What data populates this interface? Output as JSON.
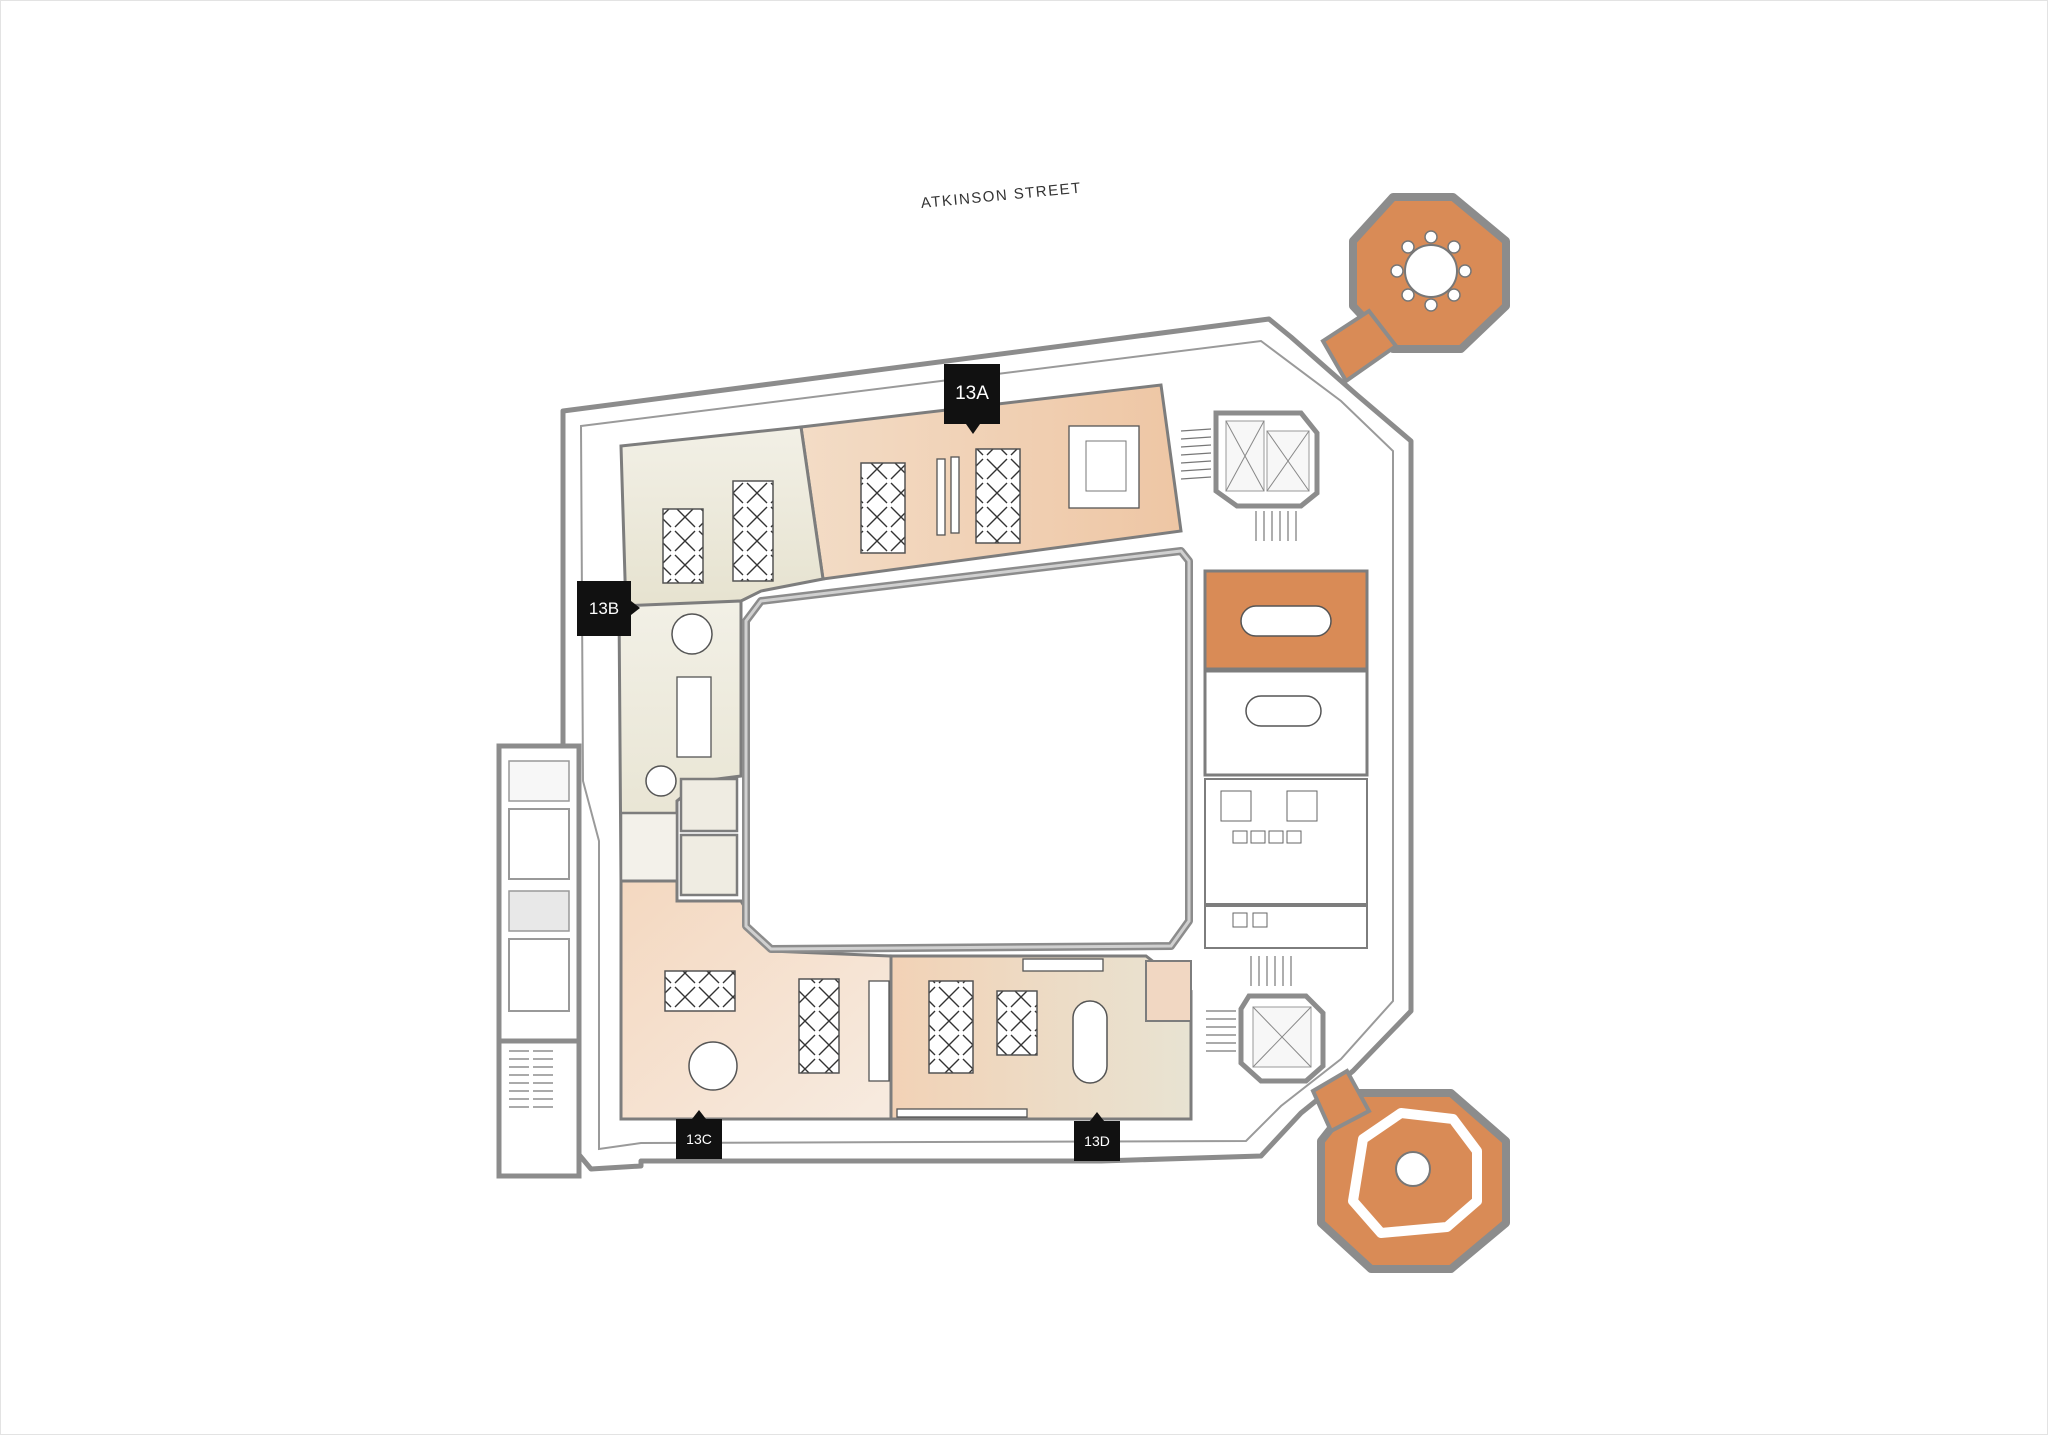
{
  "plan": {
    "street_label": "ATKINSON STREET",
    "suites": [
      {
        "id": "13a",
        "label": "13A"
      },
      {
        "id": "13b",
        "label": "13B"
      },
      {
        "id": "13c",
        "label": "13C"
      },
      {
        "id": "13d",
        "label": "13D"
      }
    ]
  },
  "colors": {
    "wall": "#8c8c8c",
    "wall_fill": "#cfcfcf",
    "suite_peach": "#f0cdb0",
    "suite_peach_light": "#f6e2d2",
    "suite_cream": "#ebe7d8",
    "meeting_orange": "#d98b56",
    "tag_black": "#111111"
  }
}
